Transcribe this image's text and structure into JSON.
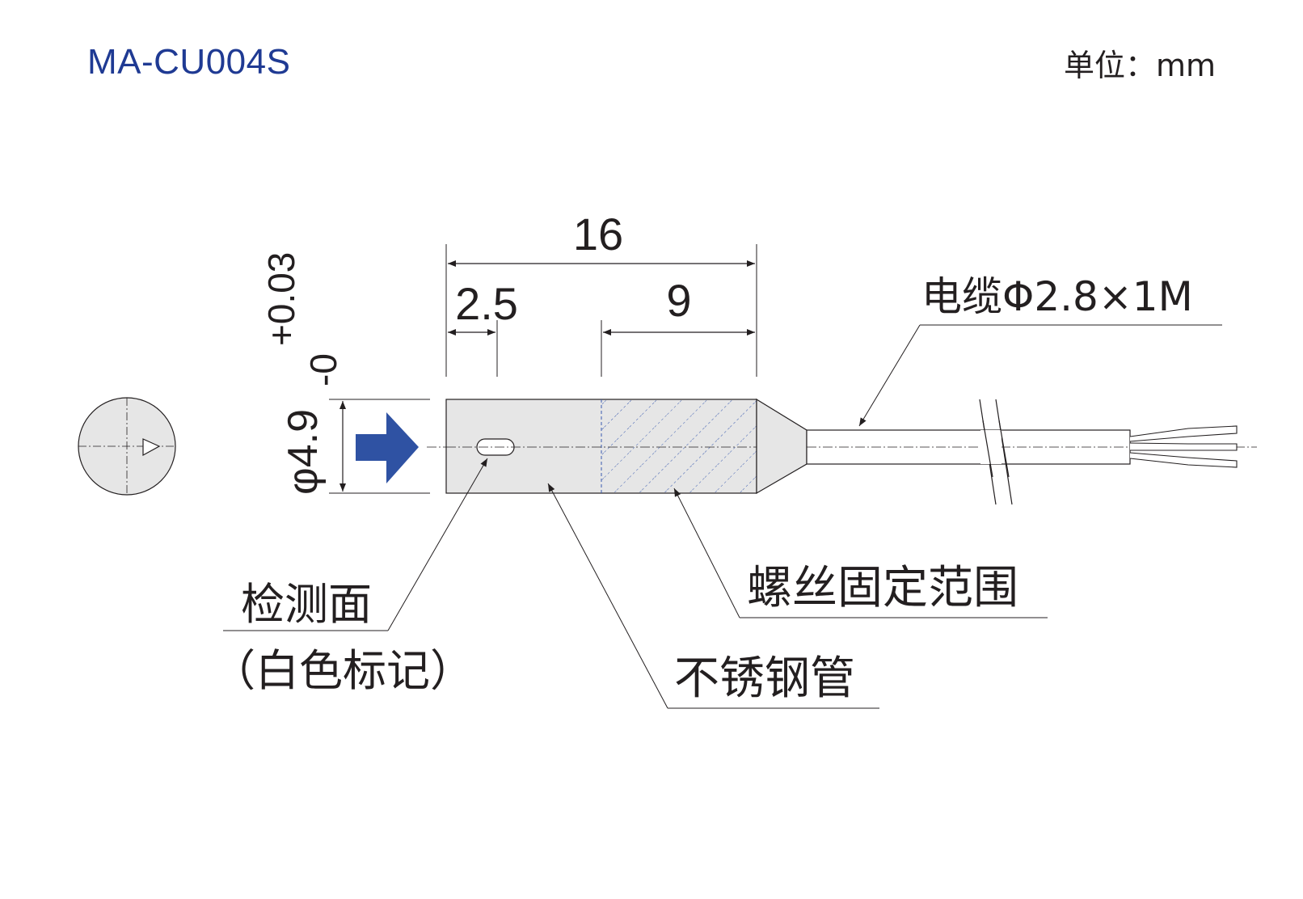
{
  "header": {
    "model": "MA-CU004S",
    "unit": "单位：mm"
  },
  "dimensions": {
    "overall_length": "16",
    "face_length": "2.5",
    "thread_length": "9",
    "diameter": "φ4.9",
    "tol_upper": "+0.03",
    "tol_lower": "-0"
  },
  "labels": {
    "cable": "电缆Φ2.8×1M",
    "detection_face": "检测面",
    "detection_face_note": "（白色标记）",
    "stainless_tube": "不锈钢管",
    "thread_range": "螺丝固定范围"
  },
  "colors": {
    "arrow": "#2f52a3",
    "body": "#e6e6e6",
    "hatch": "#3a5bb0",
    "title": "#1f3a93"
  }
}
